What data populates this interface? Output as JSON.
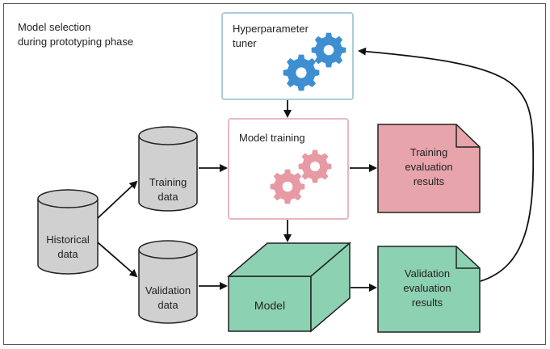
{
  "caption": {
    "line1": "Model selection",
    "line2": "during prototyping phase"
  },
  "nodes": {
    "hyperparameter_tuner": {
      "line1": "Hyperparameter",
      "line2": "tuner",
      "icon": "gears-icon"
    },
    "model_training": {
      "label": "Model training",
      "icon": "gears-icon"
    },
    "training_results": {
      "line1": "Training",
      "line2": "evaluation",
      "line3": "results"
    },
    "training_data": {
      "line1": "Training",
      "line2": "data"
    },
    "historical_data": {
      "line1": "Historical",
      "line2": "data"
    },
    "validation_data": {
      "line1": "Validation",
      "line2": "data"
    },
    "model": {
      "label": "Model"
    },
    "validation_results": {
      "line1": "Validation",
      "line2": "evaluation",
      "line3": "results"
    }
  },
  "colors": {
    "tuner_border": "#a9cde0",
    "gear_blue": "#3d8fd1",
    "training_border": "#e7b8bd",
    "gear_pink": "#e79aa3",
    "results_pink": "#e7a4ab",
    "cylinder_gray": "#d0d0d0",
    "model_green": "#8dd1b3",
    "outline": "#222222"
  }
}
